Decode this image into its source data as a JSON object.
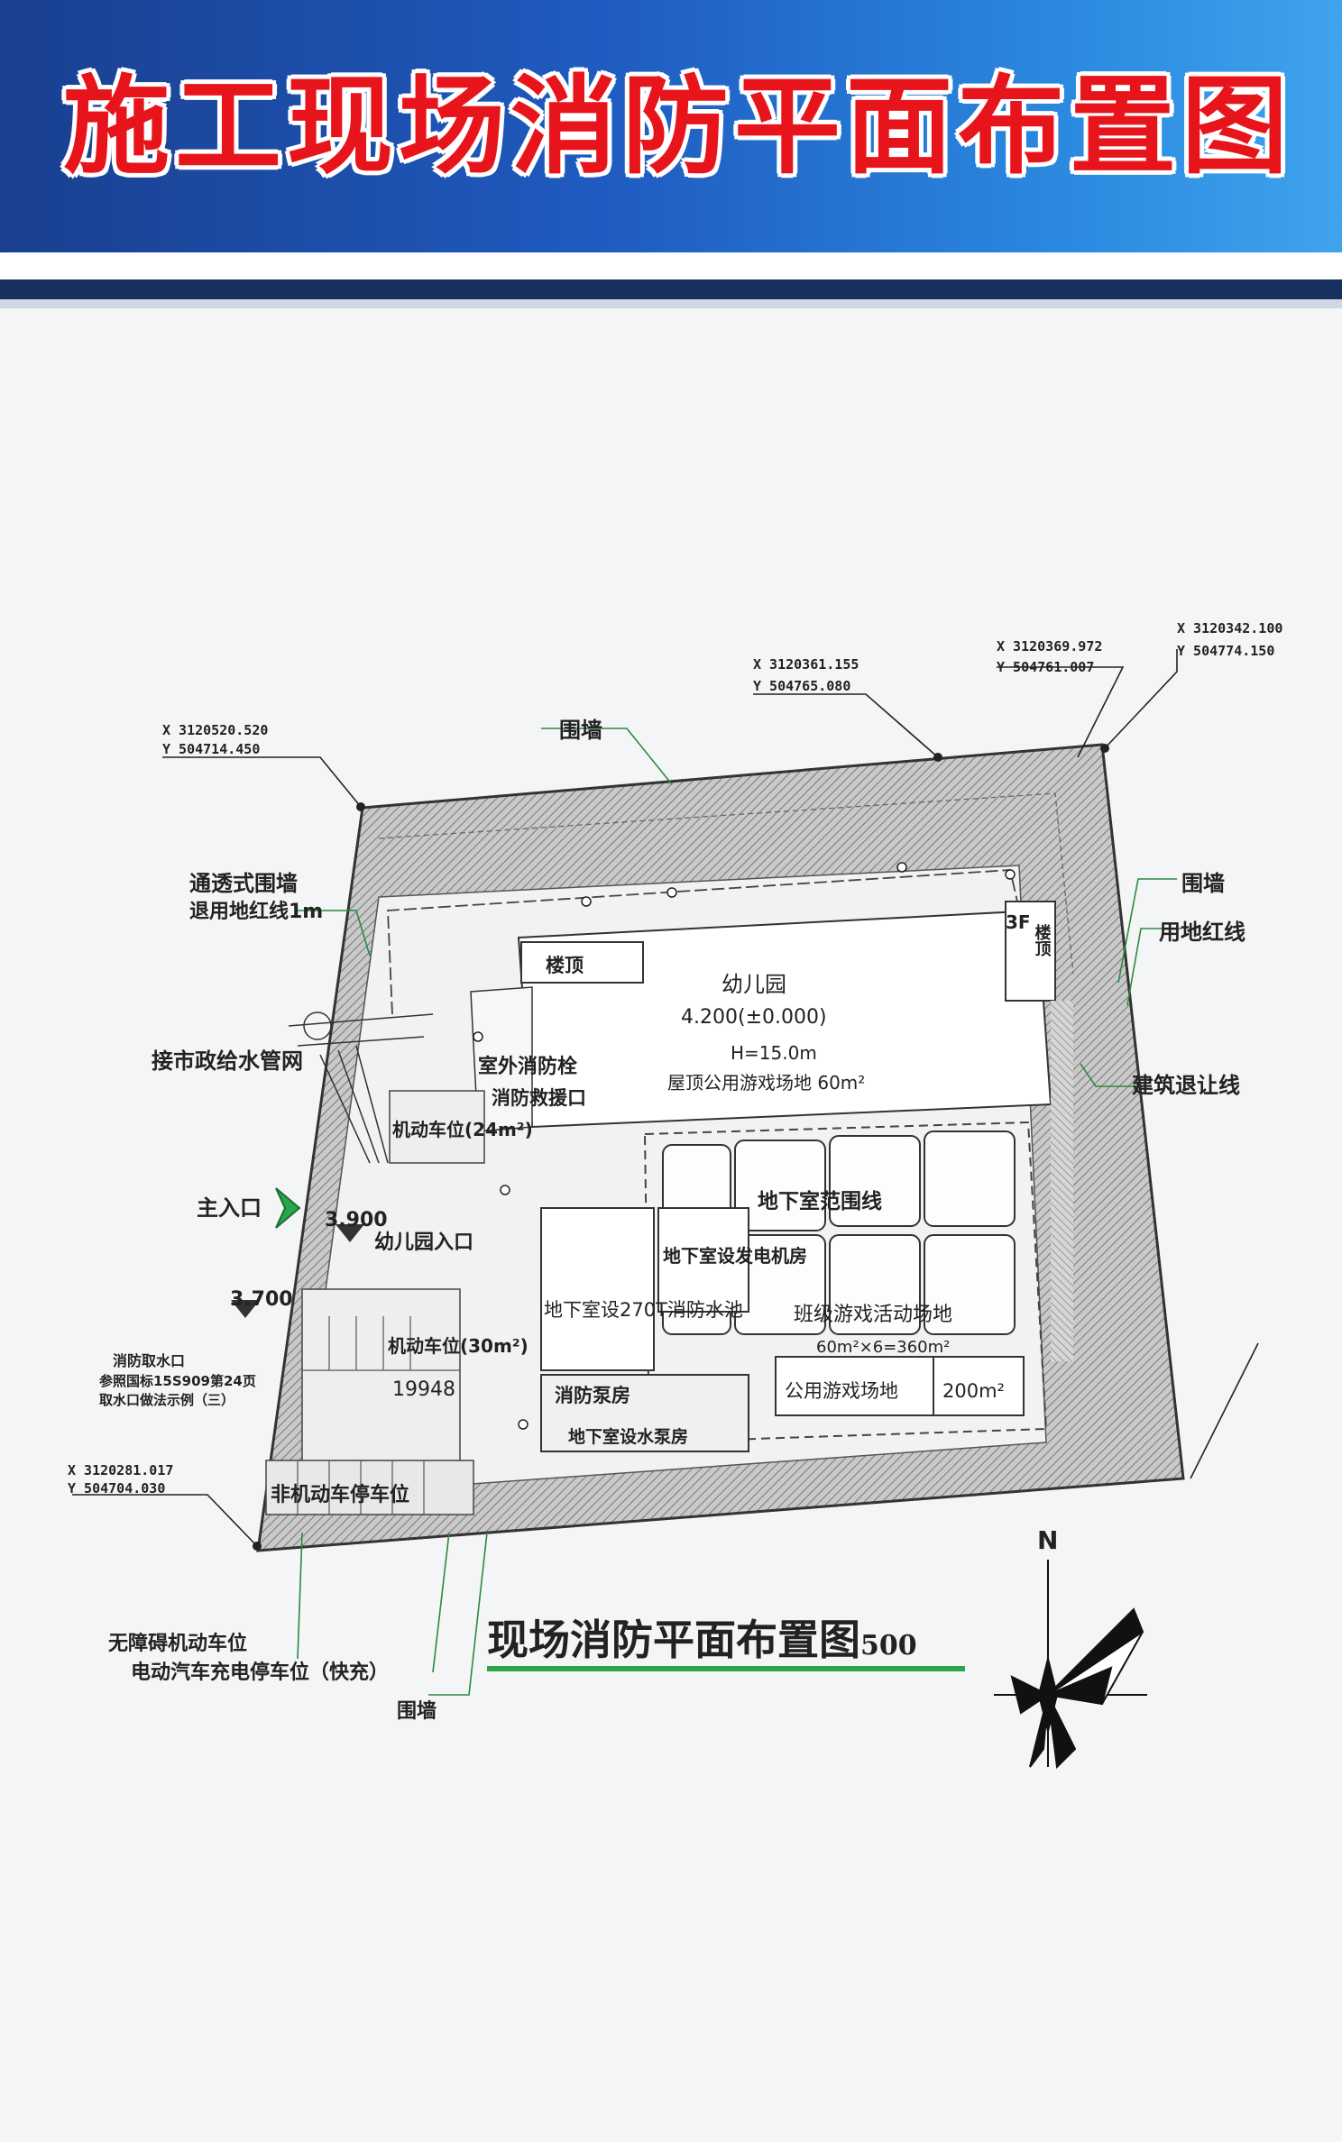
{
  "header": {
    "title": "施工现场消防平面布置图"
  },
  "coords": {
    "nw": {
      "x": "X 3120520.520",
      "y": "Y 504714.450"
    },
    "n1": {
      "x": "X 3120361.155",
      "y": "Y 504765.080"
    },
    "n2": {
      "x": "X 3120369.972",
      "y": "Y 504761.007"
    },
    "ne": {
      "x": "X 3120342.100",
      "y": "Y 504774.150"
    },
    "sw": {
      "x": "X 3120281.017",
      "y": "Y 504704.030"
    }
  },
  "labels": {
    "wall_top": "围墙",
    "wall_right": "围墙",
    "land_red_line": "用地红线",
    "building_setback": "建筑退让线",
    "see_through_wall": "通透式围墙",
    "setback_1m": "退用地红线1m",
    "city_water": "接市政给水管网",
    "main_entrance": "主入口",
    "elev_3900": "3.900",
    "elev_3700": "3.700",
    "fire_water_intake": "消防取水口",
    "intake_ref_1": "参照国标15S909第24页",
    "intake_ref_2": "取水口做法示例（三）",
    "accessible_parking": "无障碍机动车位",
    "ev_charging": "电动汽车充电停车位（快充）",
    "wall_bottom": "围墙",
    "kindergarten": "幼儿园",
    "elevation": "4.200(±0.000)",
    "height": "H=15.0m",
    "roof_play": "屋顶公用游戏场地 60m²",
    "outdoor_hydrant": "室外消防栓",
    "fire_rescue_window": "消防救援口",
    "stair": "楼顶",
    "floors_3f": "3F",
    "roof_side": "楼顶",
    "parking_24": "机动车位(24m²)",
    "kg_entrance": "幼儿园入口",
    "basement_line": "地下室范围线",
    "basement_generator": "地下室设发电机房",
    "basement_pool": "地下室设270T消防水池",
    "class_play": "班级游戏活动场地",
    "class_play_area": "60m²×6=360m²",
    "public_play": "公用游戏场地",
    "public_play_area": "200m²",
    "fire_pump": "消防泵房",
    "pump_room": "地下室设水泵房",
    "nonmotor_parking": "非机动车停车位",
    "parking_30": "机动车位(30m²)",
    "parking_count": "19948",
    "caption": "现场消防平面布置图",
    "scale": "500",
    "north": "N"
  },
  "colors": {
    "title_red": "#e8141c",
    "banner_blue": "#1f5bc0",
    "hatch_gray": "#9a9a9a",
    "entrance_green": "#2aa54a",
    "caption_green": "#2aa54a"
  }
}
